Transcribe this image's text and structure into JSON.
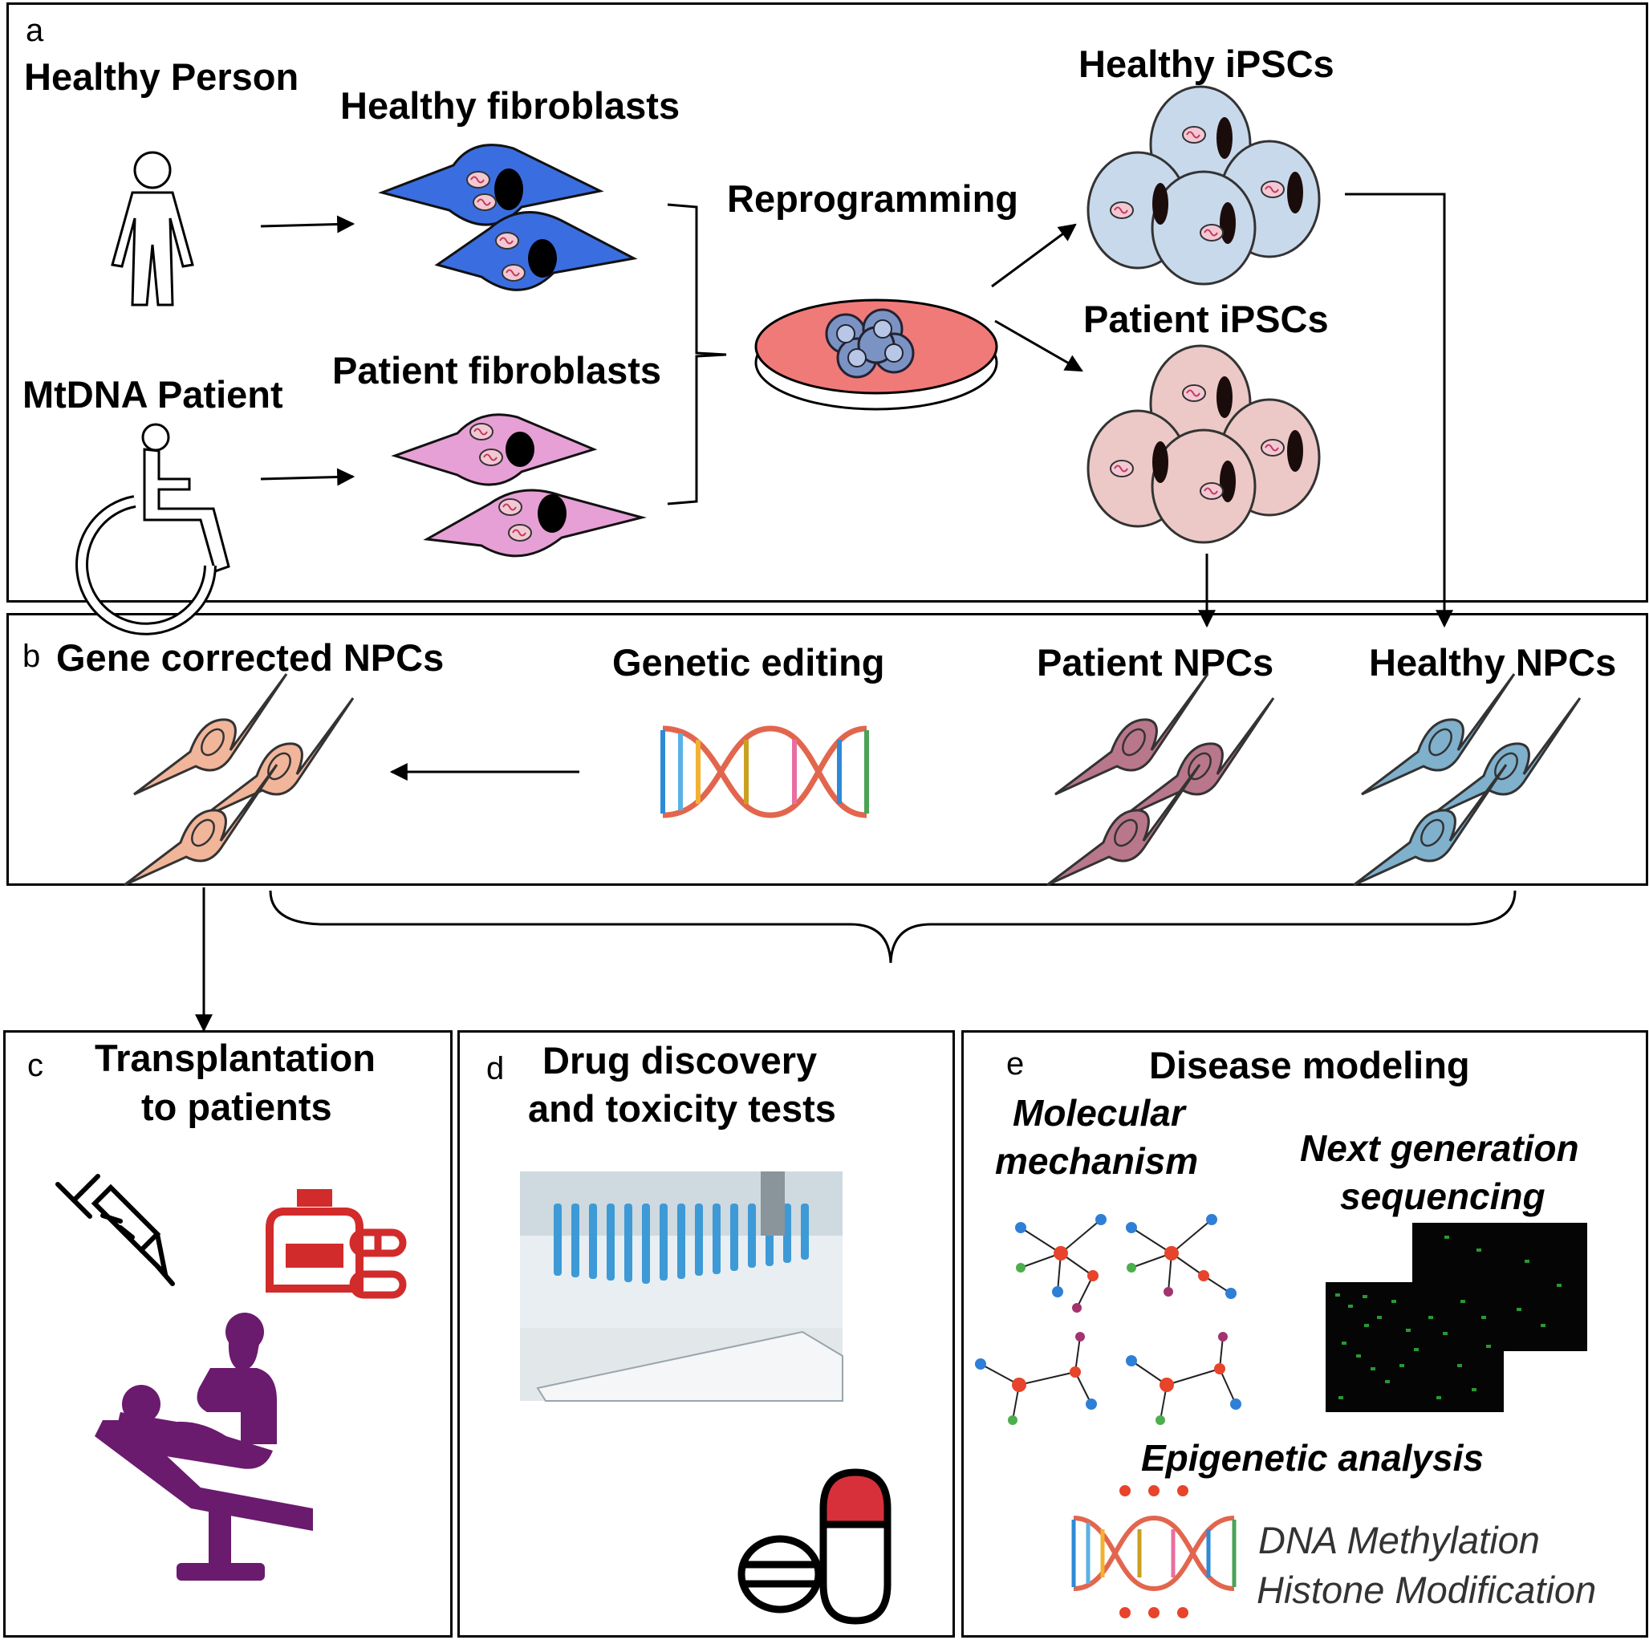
{
  "panel_a": {
    "label": "a",
    "healthy_person": "Healthy Person",
    "mtdna_patient": "MtDNA Patient",
    "healthy_fibroblasts": "Healthy fibroblasts",
    "patient_fibroblasts": "Patient  fibroblasts",
    "reprogramming": "Reprogramming",
    "healthy_ipscs": "Healthy iPSCs",
    "patient_ipscs": "Patient iPSCs"
  },
  "panel_b": {
    "label": "b",
    "gene_corrected": "Gene corrected  NPCs",
    "genetic_editing": "Genetic editing",
    "patient_npcs": "Patient NPCs",
    "healthy_npcs": "Healthy NPCs"
  },
  "panel_c": {
    "label": "c",
    "title_line1": "Transplantation",
    "title_line2": "to patients"
  },
  "panel_d": {
    "label": "d",
    "title_line1": "Drug discovery",
    "title_line2": "and toxicity tests"
  },
  "panel_e": {
    "label": "e",
    "title": "Disease modeling",
    "molecular_line1": "Molecular",
    "molecular_line2": "mechanism",
    "ngs_line1": "Next generation",
    "ngs_line2": "sequencing",
    "epigenetic": "Epigenetic  analysis",
    "dna_methylation": "DNA Methylation",
    "histone_modification": "Histone Modification"
  },
  "colors": {
    "healthy_fibroblast": "#3a6ee0",
    "patient_fibroblast": "#e6a0d6",
    "healthy_ipsc": "#c9d9ec",
    "patient_ipsc": "#ecc9c6",
    "dish": "#f07a78",
    "gene_corrected_npc": "#f1b59a",
    "patient_npc": "#b9778c",
    "healthy_npc": "#7fb0cc",
    "medical_red": "#d22b2b",
    "doctor_purple": "#6a1b6e"
  },
  "icons": [
    "person-icon",
    "wheelchair-icon",
    "syringe-icon",
    "medicine-bottle-icon",
    "pills-icon",
    "doctor-patient-icon",
    "dna-icon",
    "capsule-icon",
    "tablet-icon",
    "network-icon",
    "microarray-icon"
  ]
}
